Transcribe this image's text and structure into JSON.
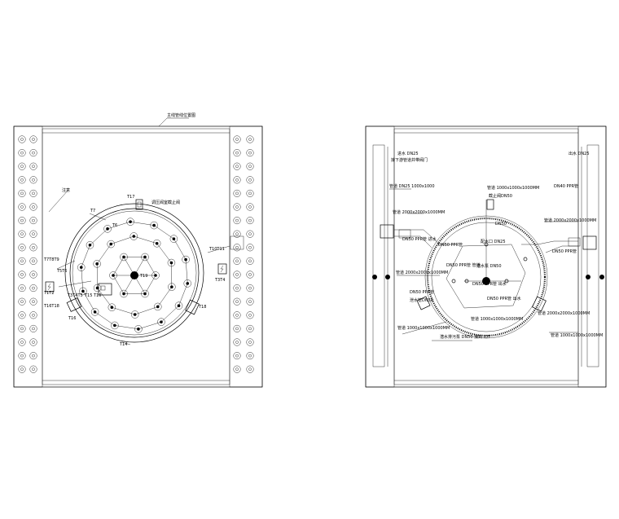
{
  "left_plan": {
    "top_label": "主线管线位置图",
    "tags": {
      "t17": "T17",
      "main_valve": "调压阀室截止阀",
      "t7": "T7",
      "t6": "T6",
      "t7t8t9": "T7T8T9",
      "t5t6": "T5T6",
      "t1t2": "T1T2",
      "t3t4t5": "T3T4T5",
      "t15t10": "T15 T10",
      "t16t8": "T16T18",
      "t14": "T14",
      "t10t11": "T10T11",
      "t3t4r": "T3T4",
      "t18": "T18",
      "t16": "T16",
      "t19": "T19",
      "note": "注意"
    },
    "ring_number": "T5"
  },
  "right_plan": {
    "tags": {
      "a1": "进水 DN25",
      "a2": "接下游管道并带阀门",
      "a3": "DN40 PPR管",
      "a4": "管道 DN25 1000x1000",
      "a5": "管道 2000x2000x1000MM",
      "a6": "管道 1000x1000x1000MM",
      "a7": "截止阀DN50",
      "a8": "DN50 PPR管",
      "a9": "出水 DN25",
      "a10": "DN50 PPR管",
      "a11": "管道 2000x2000x1000MM",
      "a12": "配水口 DN25",
      "a13": "DN50 PPR管 进水",
      "a14": "管道 2000x2000x1000MM",
      "a15": "DN50",
      "a16": "DN50 PPR管 出水",
      "a17": "泄水管DN50",
      "a18": "管道 1000x1000x1000MM",
      "a19": "管道 1000x1000x1000MM",
      "a20": "DN50 PPR管 管道",
      "a21": "DN50 PPR管",
      "a22": "管道 2000x2000x1000MM",
      "a23": "DN50 PPR管 出水",
      "a24": "管道 1000x1000x1000MM",
      "a25": "潜水排污泵 DN50 接到 IDT",
      "center": "潜水泵 DN50"
    }
  }
}
